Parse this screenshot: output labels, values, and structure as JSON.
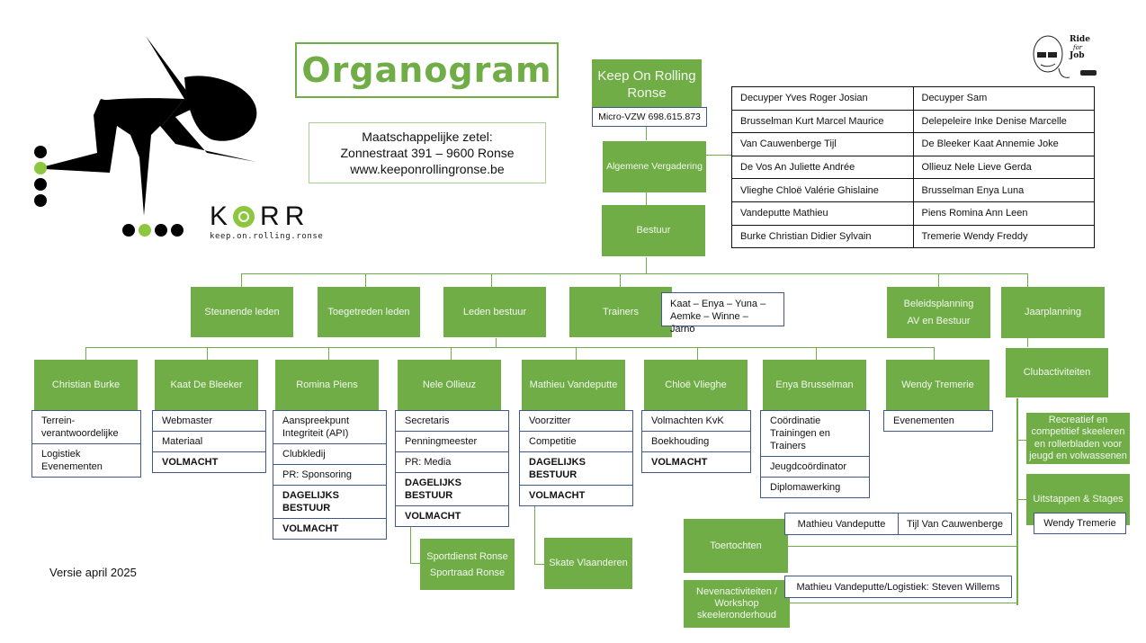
{
  "title": "Organogram",
  "address": {
    "line1": "Maatschappelijke zetel:",
    "line2": "Zonnestraat 391 – 9600 Ronse",
    "line3": "www.keeponrollingronse.be"
  },
  "logo": {
    "letters": [
      "K",
      "R",
      "R"
    ],
    "tagline": "keep.on.rolling.ronse"
  },
  "ride_for_job": {
    "line1": "Ride",
    "line2": "for",
    "line3": "Job"
  },
  "version": "Versie april 2025",
  "org": {
    "name": "Keep On Rolling Ronse",
    "vzw": "Micro-VZW 698.615.873",
    "assembly": "Algemene Vergadering",
    "board": "Bestuur"
  },
  "members_table": [
    [
      "Decuyper Yves Roger Josian",
      "Decuyper Sam"
    ],
    [
      "Brusselman Kurt Marcel Maurice",
      "Delepeleire Inke Denise Marcelle"
    ],
    [
      "Van Cauwenberge Tijl",
      "De Bleeker Kaat Annemie Joke"
    ],
    [
      "De Vos An Juliette Andrée",
      "Ollieuz Nele Lieve Gerda"
    ],
    [
      "Vlieghe Chloë Valérie Ghislaine",
      "Brusselman Enya Luna"
    ],
    [
      "Vandeputte Mathieu",
      "Piens Romina Ann Leen"
    ],
    [
      "Burke Christian Didier Sylvain",
      "Tremerie Wendy Freddy"
    ]
  ],
  "level2": {
    "steunende": "Steunende leden",
    "toegetreden": "Toegetreden leden",
    "leden_bestuur": "Leden bestuur",
    "trainers": "Trainers",
    "trainers_names": [
      "Kaat – Enya – Yuna –",
      "Aemke – Winne – Jarno"
    ],
    "beleid": [
      "Beleidsplanning",
      "AV en Bestuur"
    ],
    "jaarplanning": "Jaarplanning"
  },
  "board_members": [
    {
      "name": "Christian Burke",
      "roles": [
        {
          "t": "Terrein-verantwoordelijke",
          "b": false
        },
        {
          "t": "Logistiek Evenementen",
          "b": false
        }
      ]
    },
    {
      "name": "Kaat De Bleeker",
      "roles": [
        {
          "t": "Webmaster",
          "b": false
        },
        {
          "t": "Materiaal",
          "b": false
        },
        {
          "t": "VOLMACHT",
          "b": true
        }
      ]
    },
    {
      "name": "Romina Piens",
      "roles": [
        {
          "t": "Aanspreekpunt Integriteit (API)",
          "b": false
        },
        {
          "t": "Clubkledij",
          "b": false
        },
        {
          "t": "PR: Sponsoring",
          "b": false
        },
        {
          "t": "DAGELIJKS BESTUUR",
          "b": true
        },
        {
          "t": "VOLMACHT",
          "b": true
        }
      ]
    },
    {
      "name": "Nele Ollieuz",
      "roles": [
        {
          "t": "Secretaris",
          "b": false
        },
        {
          "t": "Penningmeester",
          "b": false
        },
        {
          "t": "PR: Media",
          "b": false
        },
        {
          "t": "DAGELIJKS BESTUUR",
          "b": true
        },
        {
          "t": "VOLMACHT",
          "b": true
        }
      ]
    },
    {
      "name": "Mathieu Vandeputte",
      "roles": [
        {
          "t": "Voorzitter",
          "b": false
        },
        {
          "t": "Competitie",
          "b": false
        },
        {
          "t": "DAGELIJKS BESTUUR",
          "b": true
        },
        {
          "t": "VOLMACHT",
          "b": true
        }
      ]
    },
    {
      "name": "Chloë Vlieghe",
      "roles": [
        {
          "t": "Volmachten KvK",
          "b": false
        },
        {
          "t": "Boekhouding",
          "b": false
        },
        {
          "t": "VOLMACHT",
          "b": true
        }
      ]
    },
    {
      "name": "Enya Brusselman",
      "roles": [
        {
          "t": "Coördinatie Trainingen en Trainers",
          "b": false
        },
        {
          "t": "Jeugdcoördinator",
          "b": false
        },
        {
          "t": "Diplomawerking",
          "b": false
        }
      ]
    },
    {
      "name": "Wendy Tremerie",
      "roles": [
        {
          "t": "Evenementen",
          "b": false
        }
      ]
    }
  ],
  "external": {
    "sport": [
      "Sportdienst Ronse",
      "Sportraad Ronse"
    ],
    "skate": "Skate Vlaanderen"
  },
  "activities": {
    "club": "Clubactiviteiten",
    "recreatief": [
      "Recreatief en",
      "competitief skeeleren",
      "en rollerbladen voor",
      "jeugd en volwassenen"
    ],
    "uitstappen": "Uitstappen & Stages",
    "uitstappen_person": "Wendy Tremerie",
    "toertochten": "Toertochten",
    "toer_people": [
      "Mathieu Vandeputte",
      "Tijl Van Cauwenberge"
    ],
    "neven": [
      "Nevenactiviteiten  /",
      "Workshop",
      "skeeleronderhoud"
    ],
    "neven_people": "Mathieu Vandeputte/Logistiek: Steven Willems"
  }
}
